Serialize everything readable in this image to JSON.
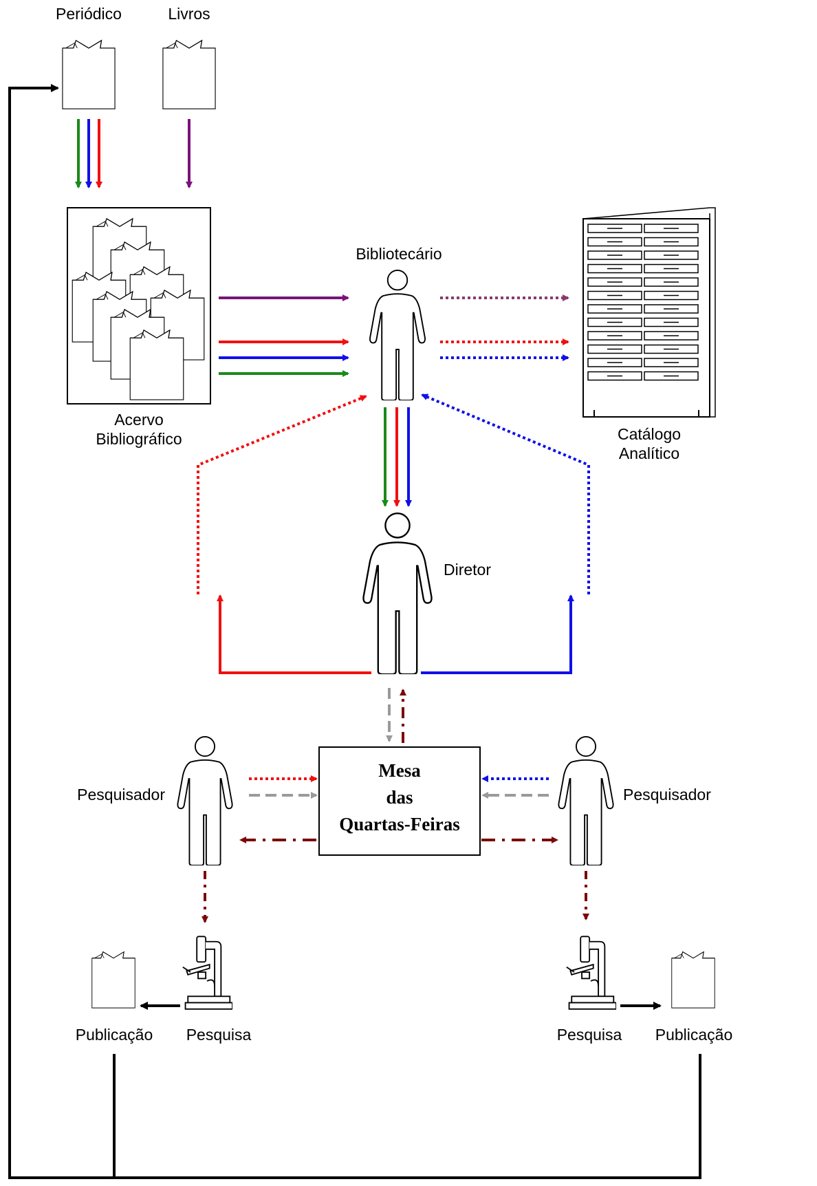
{
  "labels": {
    "periodico": "Periódico",
    "livros": "Livros",
    "bibliotecario": "Bibliotecário",
    "acervo_line1": "Acervo",
    "acervo_line2": "Bibliográfico",
    "catalogo_line1": "Catálogo",
    "catalogo_line2": "Analítico",
    "diretor": "Diretor",
    "pesquisador_left": "Pesquisador",
    "pesquisador_right": "Pesquisador",
    "pesquisa_left": "Pesquisa",
    "pesquisa_right": "Pesquisa",
    "publicacao_left": "Publicação",
    "publicacao_right": "Publicação"
  },
  "mesa": {
    "line1": "Mesa",
    "line2": "das",
    "line3": "Quartas-Feiras"
  },
  "colors": {
    "green": "#1a8a1a",
    "blue": "#1010e8",
    "red": "#f01010",
    "purple": "#7a127a",
    "mauve": "#8b3a6a",
    "gray": "#9a9a9a",
    "darkred": "#7a0a0a",
    "black": "#000000"
  },
  "icons": [
    "book-icon",
    "person-icon",
    "microscope-icon",
    "filing-cabinet-icon",
    "book-stack-icon"
  ]
}
